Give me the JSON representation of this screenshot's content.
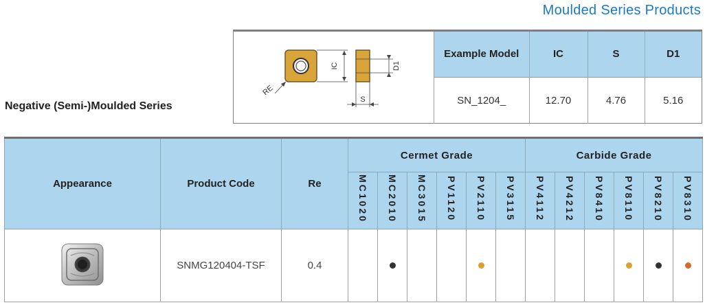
{
  "header": {
    "series_title": "Moulded Series Products",
    "semi_title": "Negative (Semi-)Moulded Series"
  },
  "diagram": {
    "labels": {
      "ic": "IC",
      "re": "RE",
      "s": "S",
      "d1": "D1"
    },
    "colors": {
      "insert": "#d9a53a",
      "insert_border": "#6b5a2a"
    }
  },
  "spec": {
    "headers": [
      "Example Model",
      "IC",
      "S",
      "D1"
    ],
    "values": [
      "SN_1204_",
      "12.70",
      "4.76",
      "5.16"
    ]
  },
  "table": {
    "headers": {
      "appearance": "Appearance",
      "product_code": "Product Code",
      "re": "Re",
      "cermet_group": "Cermet Grade",
      "carbide_group": "Carbide Grade"
    },
    "cermet_grades": [
      "MC1020",
      "MC2010",
      "MC3015",
      "PV1120",
      "PV2110",
      "PV3115"
    ],
    "carbide_grades": [
      "PV4112",
      "PV4212",
      "PV8410",
      "PV8110",
      "PV8210",
      "PV8310"
    ],
    "rows": [
      {
        "image": "insert-photo",
        "product_code": "SNMG120404-TSF",
        "re": "0.4",
        "grade_dots": [
          "",
          "black",
          "",
          "",
          "gold",
          "",
          "",
          "",
          "",
          "gold",
          "black",
          "orange"
        ]
      }
    ]
  },
  "colors": {
    "header_bg": "#add6ee",
    "title_blue": "#1a7ac4",
    "dot_black": "#333333",
    "dot_gold": "#d9a032",
    "dot_orange": "#d56b27"
  }
}
